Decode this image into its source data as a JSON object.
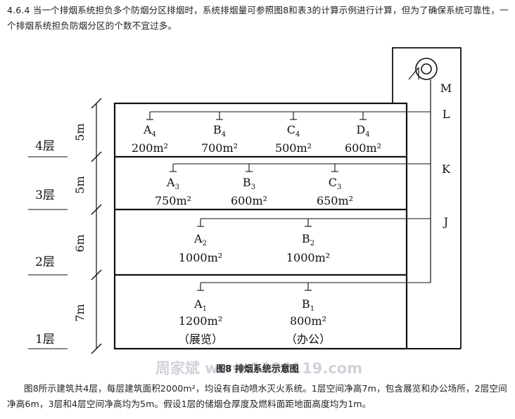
{
  "intro_text": "4.6.4 当一个排烟系统担负多个防烟分区排烟时，系统排烟量可参照图8和表3的计算示例进行计算，但为了确保系统可靠性，一个排烟系统担负防烟分区的个数不宜过多。",
  "figure": {
    "floors": [
      {
        "label": "4层",
        "height": "5m",
        "duct": "L",
        "zones": [
          {
            "id": "A",
            "sub": "4",
            "area": "200m²"
          },
          {
            "id": "B",
            "sub": "4",
            "area": "700m²"
          },
          {
            "id": "C",
            "sub": "4",
            "area": "500m²"
          },
          {
            "id": "D",
            "sub": "4",
            "area": "600m²"
          }
        ]
      },
      {
        "label": "3层",
        "height": "5m",
        "duct": "K",
        "zones": [
          {
            "id": "A",
            "sub": "3",
            "area": "750m²"
          },
          {
            "id": "B",
            "sub": "3",
            "area": "600m²"
          },
          {
            "id": "C",
            "sub": "3",
            "area": "650m²"
          }
        ]
      },
      {
        "label": "2层",
        "height": "6m",
        "duct": "J",
        "zones": [
          {
            "id": "A",
            "sub": "2",
            "area": "1000m²"
          },
          {
            "id": "B",
            "sub": "2",
            "area": "1000m²"
          }
        ]
      },
      {
        "label": "1层",
        "height": "7m",
        "duct": "",
        "zones": [
          {
            "id": "A",
            "sub": "1",
            "area": "1200m²",
            "use": "（展览）"
          },
          {
            "id": "B",
            "sub": "1",
            "area": "800m²",
            "use": "（办公）"
          }
        ]
      }
    ],
    "fan_label": "M",
    "caption": "图8 排烟系统示意图",
    "watermark": "周家斌 www.1190119.com"
  },
  "description_text": "图8所示建筑共4层，每层建筑面积2000m²，均设有自动喷水灭火系统。1层空间净高7m，包含展览和办公场所，2层空间净高6m，3层和4层空间净高均为5m。假设1层的储烟仓厚度及燃料面距地面高度均为1m。"
}
